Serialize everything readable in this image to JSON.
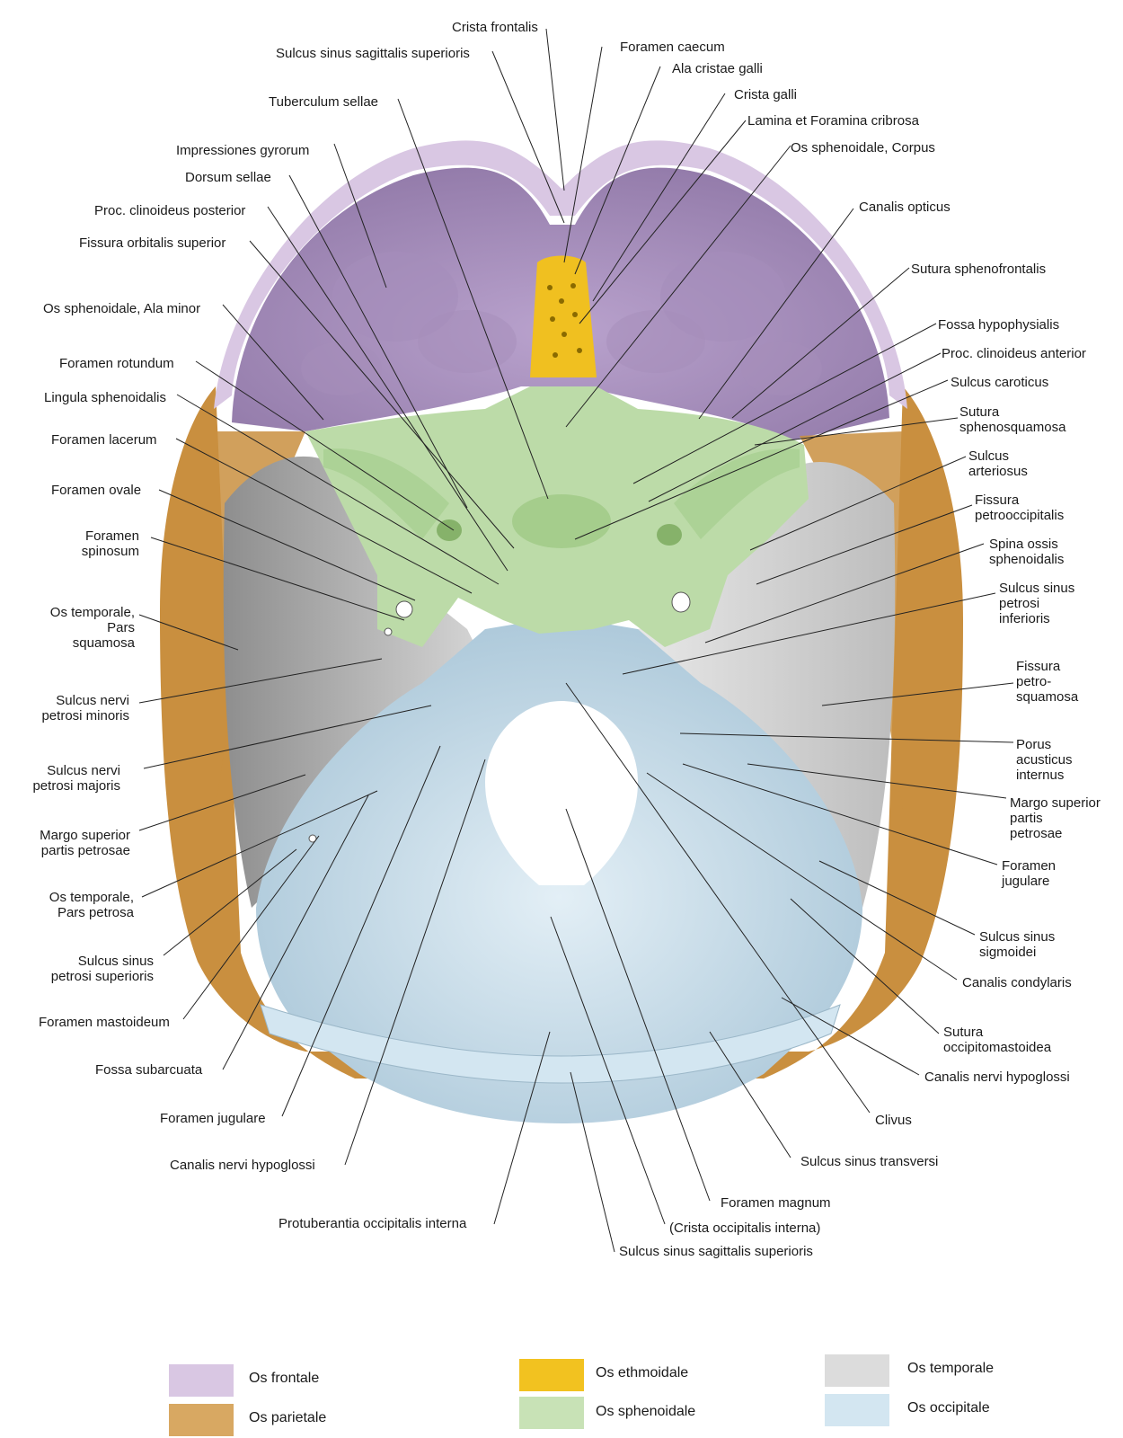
{
  "labels": {
    "crista_frontalis": "Crista frontalis",
    "sulcus_sinus_sag_sup_top": "Sulcus sinus sagittalis superioris",
    "foramen_caecum": "Foramen caecum",
    "ala_cristae_galli": "Ala cristae galli",
    "tuberculum_sellae": "Tuberculum sellae",
    "crista_galli": "Crista galli",
    "lamina_cribrosa": "Lamina et Foramina cribrosa",
    "impressiones_gyrorum": "Impressiones gyrorum",
    "os_sphenoidale_corpus": "Os sphenoidale, Corpus",
    "dorsum_sellae": "Dorsum sellae",
    "proc_clinoideus_post": "Proc. clinoideus posterior",
    "canalis_opticus": "Canalis opticus",
    "fissura_orbitalis_sup": "Fissura orbitalis superior",
    "sutura_sphenofrontalis": "Sutura sphenofrontalis",
    "os_sphenoidale_ala_minor": "Os sphenoidale, Ala minor",
    "fossa_hypophysialis": "Fossa hypophysialis",
    "proc_clinoideus_ant": "Proc. clinoideus anterior",
    "foramen_rotundum": "Foramen rotundum",
    "sulcus_caroticus": "Sulcus caroticus",
    "lingula_sphenoidalis": "Lingula sphenoidalis",
    "sutura_sphenosquamosa": "Sutura\nsphenosquamosa",
    "foramen_lacerum": "Foramen lacerum",
    "sulcus_arteriosus": "Sulcus\narteriosus",
    "foramen_ovale": "Foramen ovale",
    "fissura_petrooccipitalis": "Fissura\npetrooccipitalis",
    "foramen_spinosum": "Foramen\nspinosum",
    "spina_ossis_sphenoidalis": "Spina ossis\nsphenoidalis",
    "sulcus_sinus_petrosi_inf": "Sulcus sinus\npetrosi\ninferioris",
    "os_temporale_pars_squamosa": "Os temporale,\nPars\nsquamosa",
    "fissura_petrosquamosa": "Fissura\npetro-\nsquamosa",
    "sulcus_n_petrosi_minoris": "Sulcus nervi\npetrosi minoris",
    "porus_acusticus_internus": "Porus\nacusticus\ninternus",
    "sulcus_n_petrosi_majoris": "Sulcus nervi\npetrosi majoris",
    "margo_sup_partis_petrosae_r": "Margo superior\npartis\npetrosae",
    "margo_sup_partis_petrosae_l": "Margo superior\npartis petrosae",
    "foramen_jugulare_r": "Foramen\njugulare",
    "os_temporale_pars_petrosa": "Os temporale,\nPars petrosa",
    "sulcus_sinus_sigmoidei": "Sulcus sinus\nsigmoidei",
    "sulcus_sinus_petrosi_sup": "Sulcus sinus\npetrosi superioris",
    "canalis_condylaris": "Canalis condylaris",
    "foramen_mastoideum": "Foramen mastoideum",
    "sutura_occipitomastoidea": "Sutura\noccipitomastoidea",
    "fossa_subarcuata": "Fossa subarcuata",
    "canalis_n_hypoglossi_r": "Canalis nervi hypoglossi",
    "foramen_jugulare_l": "Foramen jugulare",
    "clivus": "Clivus",
    "canalis_n_hypoglossi_l": "Canalis nervi hypoglossi",
    "sulcus_sinus_transversi": "Sulcus sinus transversi",
    "foramen_magnum": "Foramen magnum",
    "protuberantia_occ_interna": "Protuberantia occipitalis interna",
    "crista_occ_interna": "(Crista occipitalis interna)",
    "sulcus_sinus_sag_sup_bottom": "Sulcus sinus sagittalis superioris"
  },
  "legend": [
    {
      "label": "Os frontale",
      "color": "#d9c7e3"
    },
    {
      "label": "Os parietale",
      "color": "#d8a862"
    },
    {
      "label": "Os ethmoidale",
      "color": "#f2c220"
    },
    {
      "label": "Os sphenoidale",
      "color": "#c8e2b6"
    },
    {
      "label": "Os temporale",
      "color": "#dcdcdc"
    },
    {
      "label": "Os occipitale",
      "color": "#d3e6f1"
    }
  ],
  "colors": {
    "frontale": "#c7b3d6",
    "frontale_rim": "#d9c7e3",
    "parietale": "#c98f3f",
    "ethmoidale": "#f0c020",
    "sphenoidale": "#bcdba8",
    "temporale": "#c5c5c5",
    "occipitale": "#c3dbe9",
    "line": "#222222"
  }
}
